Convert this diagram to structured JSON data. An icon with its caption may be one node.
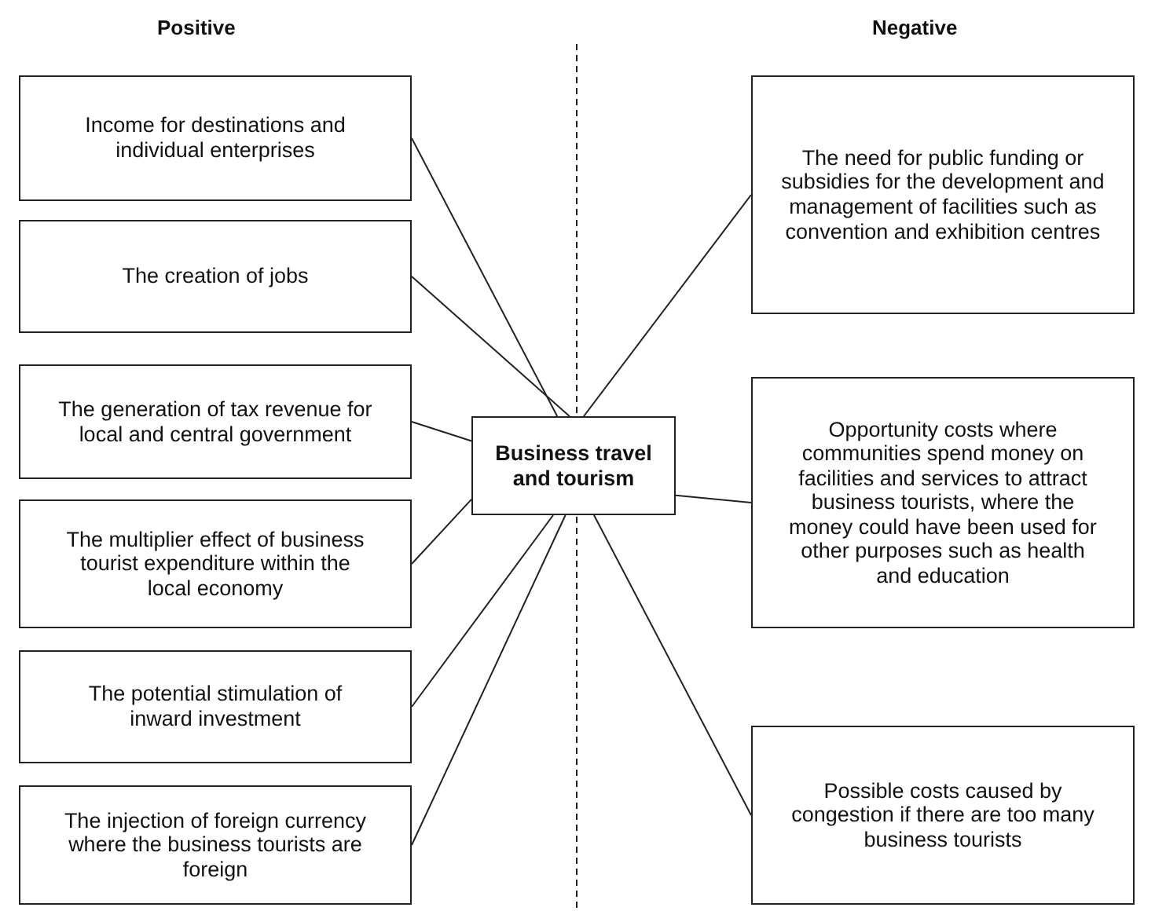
{
  "diagram": {
    "nodes": [
      {
        "text": [
          "Business travel and tourism"
        ]
      },
      {
        "text": [
          "Income for destinations and individual enterprises"
        ]
      },
      {
        "text": [
          "The creation of jobs"
        ]
      },
      {
        "text": [
          "The generation of tax revenue for local and central government"
        ]
      },
      {
        "text": [
          "The multiplier effect of business tourist expenditure within the local economy"
        ]
      },
      {
        "text": [
          "The potential stimulation of inward investment"
        ]
      },
      {
        "text": [
          "The injection of foreign currency where the business tourists are foreign"
        ]
      },
      {
        "text": [
          "The need for public funding or subsidies for the development and management of facilities such as convention and exhibition centres"
        ]
      },
      {
        "text": [
          "Opportunity costs where communities spend money on facilities and services to attract business tourists, where the money could have been used for other purposes such as health and education"
        ]
      },
      {
        "text": [
          "Possible costs caused by congestion if there are too many business tourists"
        ]
      }
    ],
    "edges": [
      {
        "from": 1,
        "to": 0,
        "arrow": "none"
      },
      {
        "from": 2,
        "to": 0,
        "arrow": "none"
      },
      {
        "from": 3,
        "to": 0,
        "arrow": "none"
      },
      {
        "from": 4,
        "to": 0,
        "arrow": "none"
      },
      {
        "from": 5,
        "to": 0,
        "arrow": "none"
      },
      {
        "from": 6,
        "to": 0,
        "arrow": "none"
      },
      {
        "from": 7,
        "to": 0,
        "arrow": "none"
      },
      {
        "from": 8,
        "to": 0,
        "arrow": "none"
      },
      {
        "from": 9,
        "to": 0,
        "arrow": "none"
      }
    ],
    "labels": [
      "Positive",
      "Negative"
    ]
  }
}
